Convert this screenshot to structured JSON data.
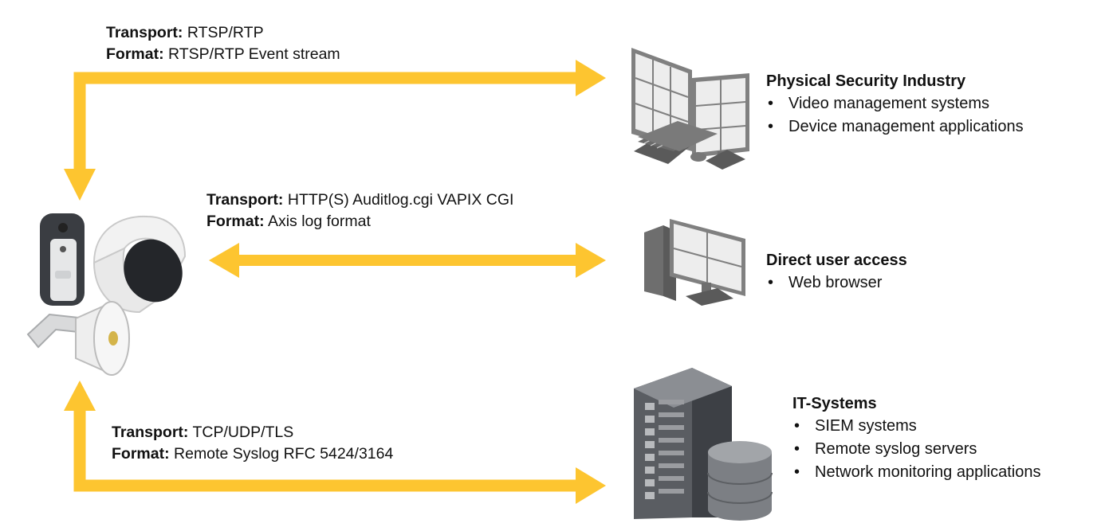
{
  "colors": {
    "arrow": "#FDC530",
    "device_dark": "#3a3d42",
    "device_light": "#e6e7e8",
    "screen_frame": "#808080",
    "screen_panel": "#ededed"
  },
  "links": [
    {
      "transport_key": "Transport:",
      "transport_value": "RTSP/RTP",
      "format_key": "Format:",
      "format_value": "RTSP/RTP Event stream"
    },
    {
      "transport_key": "Transport:",
      "transport_value": "HTTP(S) Auditlog.cgi VAPIX CGI",
      "format_key": "Format:",
      "format_value": "Axis log format"
    },
    {
      "transport_key": "Transport:",
      "transport_value": "TCP/UDP/TLS",
      "format_key": "Format:",
      "format_value": "Remote Syslog RFC 5424/3164"
    }
  ],
  "targets": [
    {
      "title": "Physical Security Industry",
      "items": [
        "Video management systems",
        "Device management applications"
      ],
      "icon": "dual-monitor-workstation-icon"
    },
    {
      "title": "Direct user access",
      "items": [
        "Web browser"
      ],
      "icon": "desktop-computer-icon"
    },
    {
      "title": "IT-Systems",
      "items": [
        "SIEM systems",
        "Remote syslog servers",
        "Network monitoring applications"
      ],
      "icon": "server-rack-database-icon"
    }
  ],
  "devices": [
    "intercom-icon",
    "dome-camera-icon",
    "horn-speaker-icon"
  ]
}
